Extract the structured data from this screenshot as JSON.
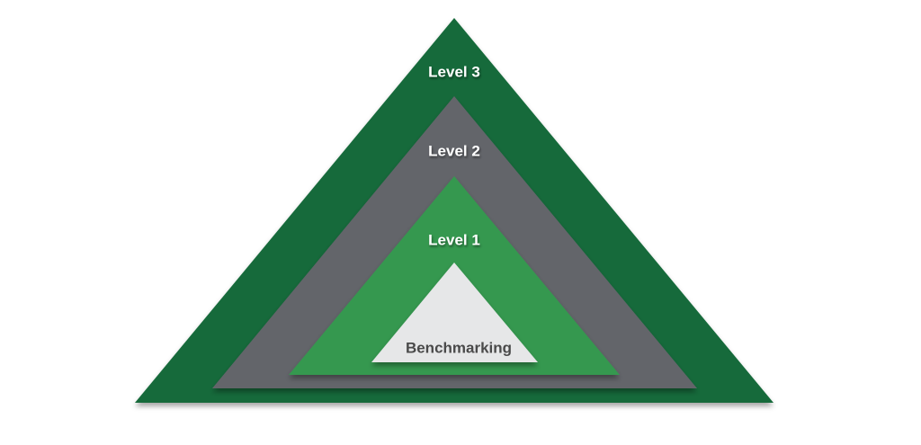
{
  "levels": [
    {
      "label": "Level 3",
      "color": "#166a3a",
      "text_color": "#ffffff"
    },
    {
      "label": "Level 2",
      "color": "#63656b",
      "text_color": "#ffffff"
    },
    {
      "label": "Level 1",
      "color": "#36984f",
      "text_color": "#ffffff"
    },
    {
      "label": "Benchmarking",
      "color": "#e6e7e8",
      "text_color": "#4a4a4a"
    }
  ]
}
